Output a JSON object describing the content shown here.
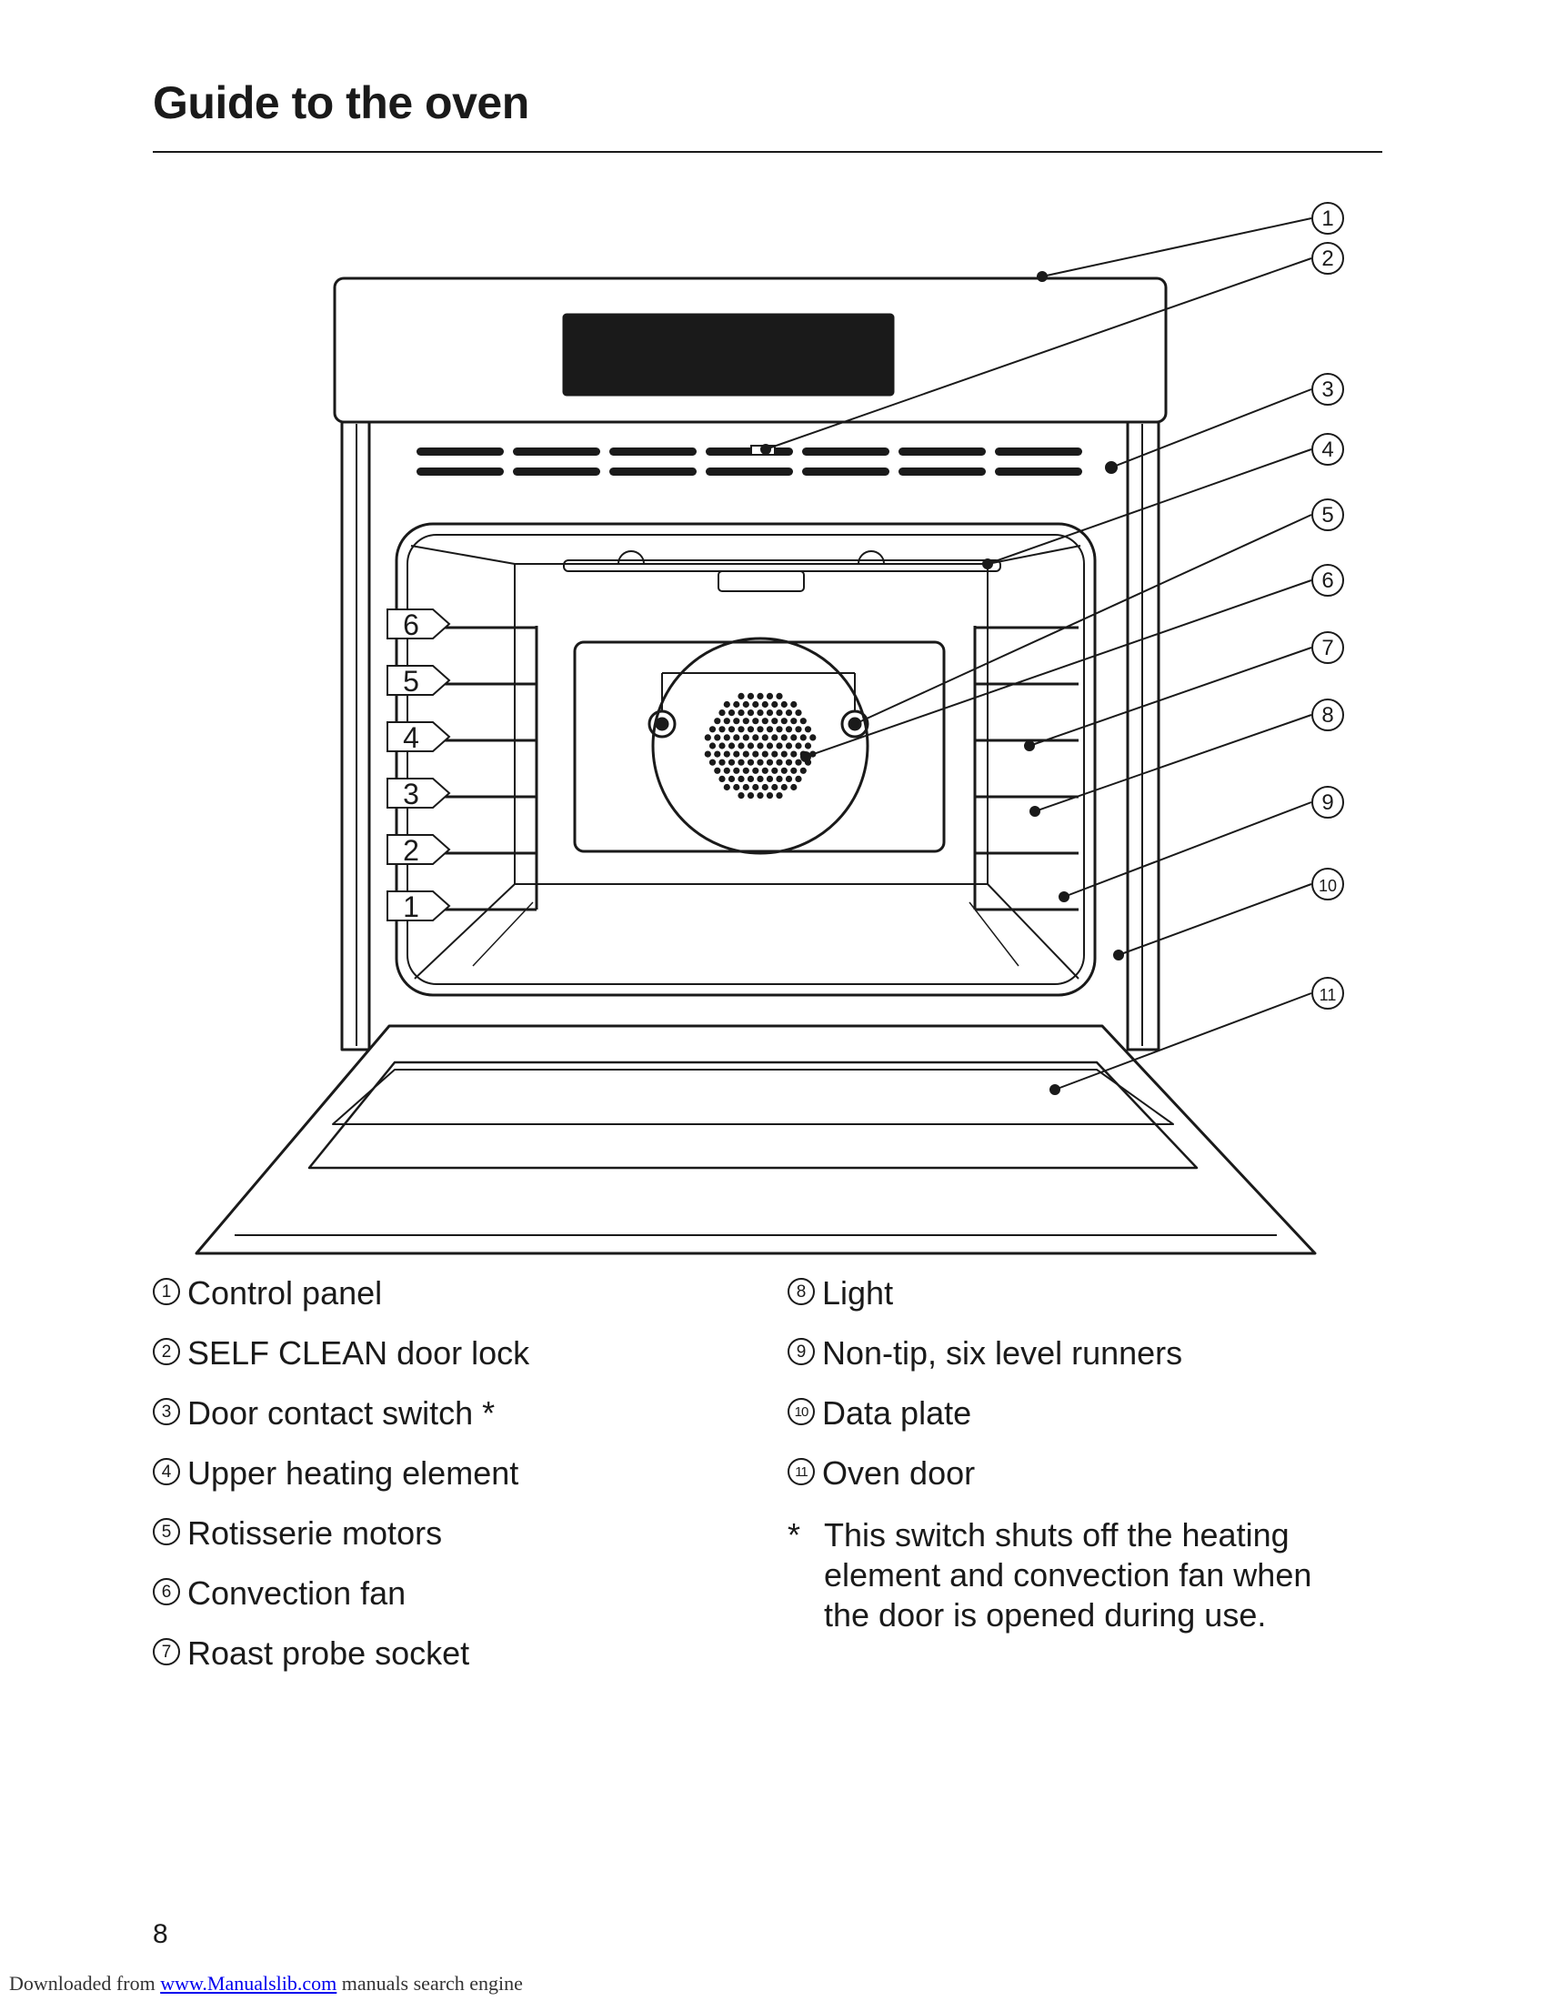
{
  "page": {
    "title": "Guide to the oven",
    "number": "8"
  },
  "diagram": {
    "callouts": [
      "1",
      "2",
      "3",
      "4",
      "5",
      "6",
      "7",
      "8",
      "9",
      "10",
      "11"
    ],
    "shelf_levels": [
      "6",
      "5",
      "4",
      "3",
      "2",
      "1"
    ]
  },
  "legend": {
    "items": [
      {
        "num": "1",
        "label": "Control panel"
      },
      {
        "num": "2",
        "label": "SELF CLEAN door lock"
      },
      {
        "num": "3",
        "label": "Door contact switch *"
      },
      {
        "num": "4",
        "label": "Upper heating element"
      },
      {
        "num": "5",
        "label": "Rotisserie motors"
      },
      {
        "num": "6",
        "label": "Convection fan"
      },
      {
        "num": "7",
        "label": "Roast probe socket"
      },
      {
        "num": "8",
        "label": "Light"
      },
      {
        "num": "9",
        "label": "Non-tip, six level runners"
      },
      {
        "num": "10",
        "label": "Data plate"
      },
      {
        "num": "11",
        "label": "Oven door"
      }
    ],
    "footnote_mark": "*",
    "footnote_text": "This switch shuts off the heating element and convection fan when the door is opened during use."
  },
  "footer": {
    "prefix": "Downloaded from",
    "link_text": "www.Manualslib.com",
    "suffix": "manuals search engine"
  }
}
